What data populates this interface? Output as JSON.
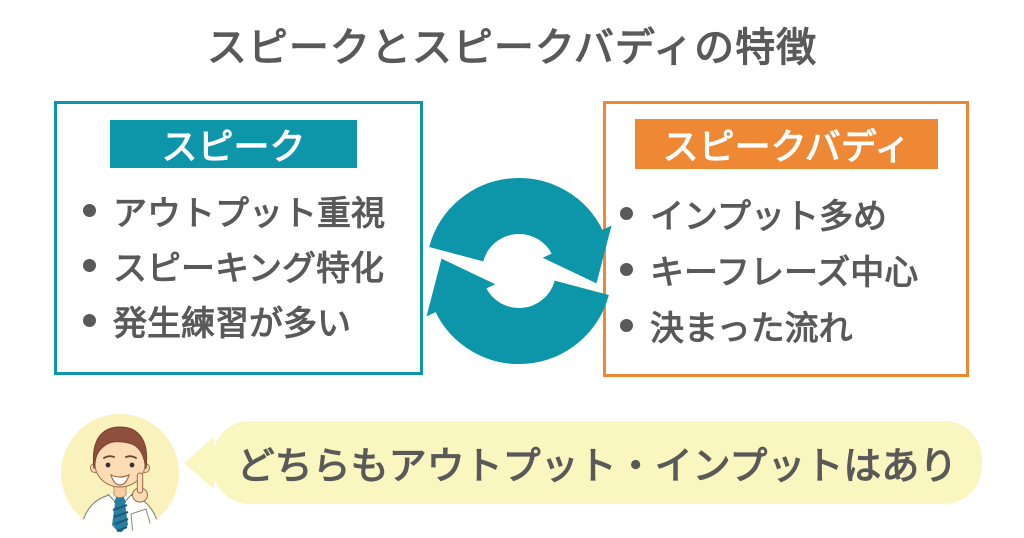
{
  "title": {
    "text": "スピークとスピークバディの特徴",
    "color": "#595959"
  },
  "left_card": {
    "label": "スピーク",
    "accent_color": "#0D95A9",
    "items": [
      "アウトプット重視",
      "スピーキング特化",
      "発生練習が多い"
    ]
  },
  "right_card": {
    "label": "スピークバディ",
    "accent_color": "#EE8835",
    "items": [
      "インプット多め",
      "キーフレーズ中心",
      "決まった流れ"
    ]
  },
  "cycle_icon": {
    "name": "cycle-arrows-icon",
    "color": "#0D95A9"
  },
  "speech": {
    "bubble_text": "どちらもアウトプット・インプットはあり",
    "bubble_color": "#FAF6BF",
    "avatar_icon": "pointing-man-avatar-icon"
  },
  "colors": {
    "text_gray": "#595959",
    "background": "#ffffff"
  }
}
